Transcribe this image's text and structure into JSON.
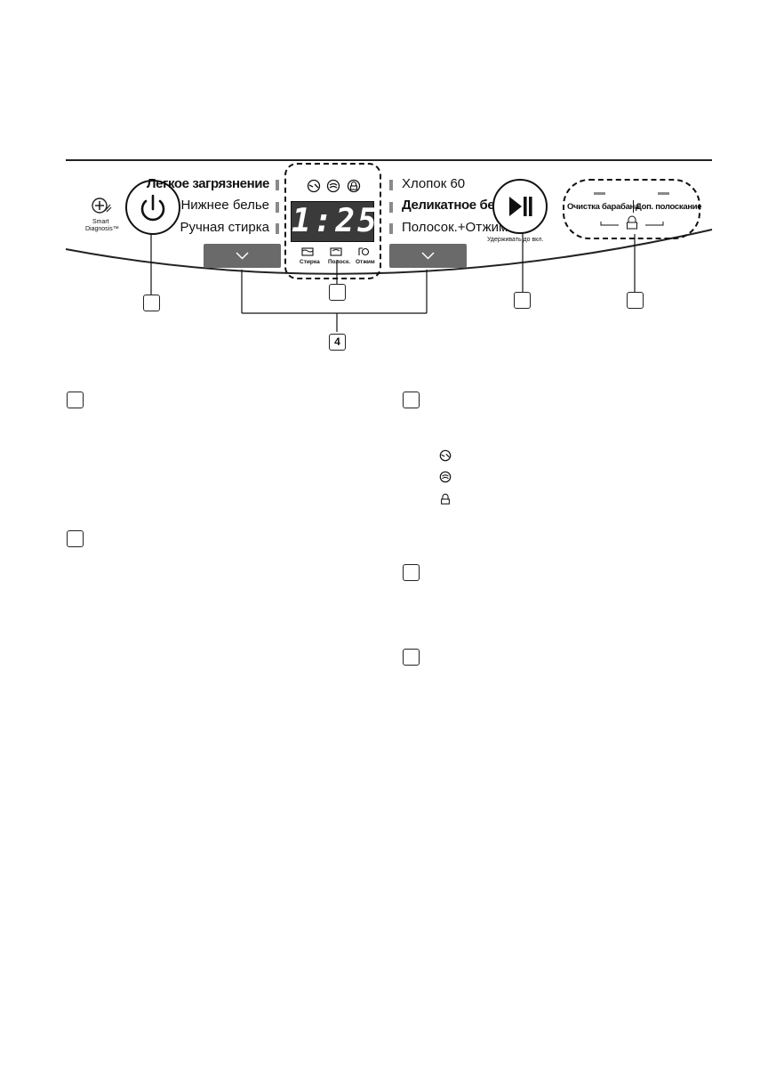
{
  "programs_left": [
    "Легкое загрязнение",
    "Нижнее белье",
    "Ручная стирка"
  ],
  "programs_right": [
    "Хлопок 60",
    "Деликатное белье",
    "Полосок.+Отжим"
  ],
  "display_time": "1:25",
  "phase_labels": [
    "Стирка",
    "Полоск.",
    "Отжим"
  ],
  "smart_diagnosis": {
    "line1": "Smart",
    "line2": "Diagnosis™"
  },
  "hold_label": "Удерживать до вкл.",
  "option_labels": {
    "drum_clean": "Очистка барабана",
    "extra_rinse": "Доп. полоскание"
  },
  "callouts": [
    "",
    "",
    "",
    "",
    "4"
  ],
  "legend_boxes": [
    "",
    "",
    "",
    "",
    ""
  ],
  "icons": {
    "power": "power-icon",
    "start_pause": "play-pause-icon",
    "smart": "smart-diagnosis-icon",
    "wifi": "wifi-icon",
    "rinse": "rinse-icon",
    "lock": "child-lock-icon"
  },
  "colors": {
    "button_gray": "#6a6a6a",
    "display_bg": "#3a3a3a",
    "segment": "#ffffff",
    "tick": "#8a8a8a"
  }
}
